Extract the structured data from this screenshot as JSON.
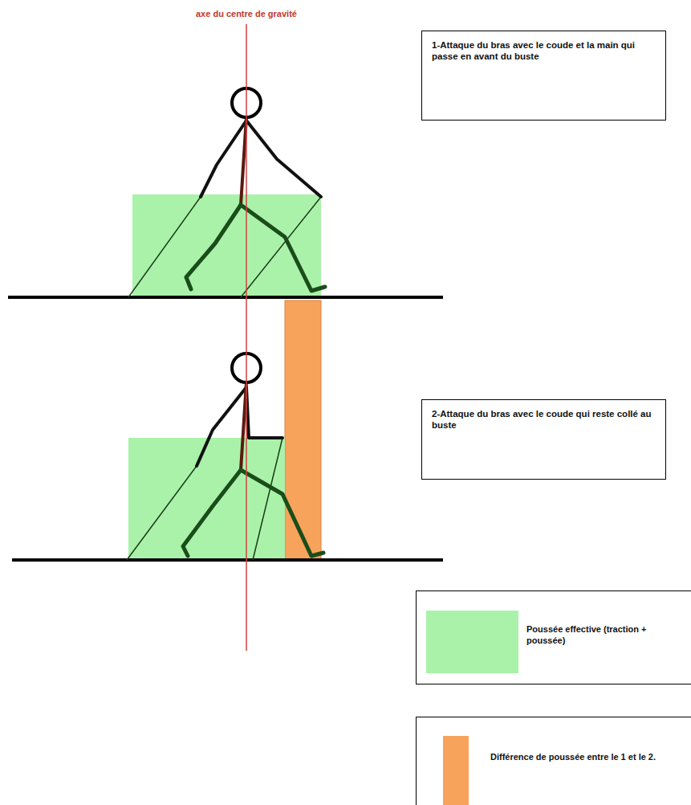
{
  "diagram": {
    "nodes": [
      {
        "text": [
          "1-Attaque du bras avec le coude et la main qui passe en avant du buste"
        ]
      },
      {
        "text": [
          "2-Attaque du bras avec le coude qui reste collé au buste"
        ]
      }
    ],
    "labels": [
      "axe du centre de gravité"
    ],
    "legend": [
      {
        "text": "Poussée effective (traction + poussée)",
        "color": "#aaf2aa"
      },
      {
        "text": "Différence de poussée entre le 1 et le 2.",
        "color": "#f7a35c"
      }
    ]
  }
}
